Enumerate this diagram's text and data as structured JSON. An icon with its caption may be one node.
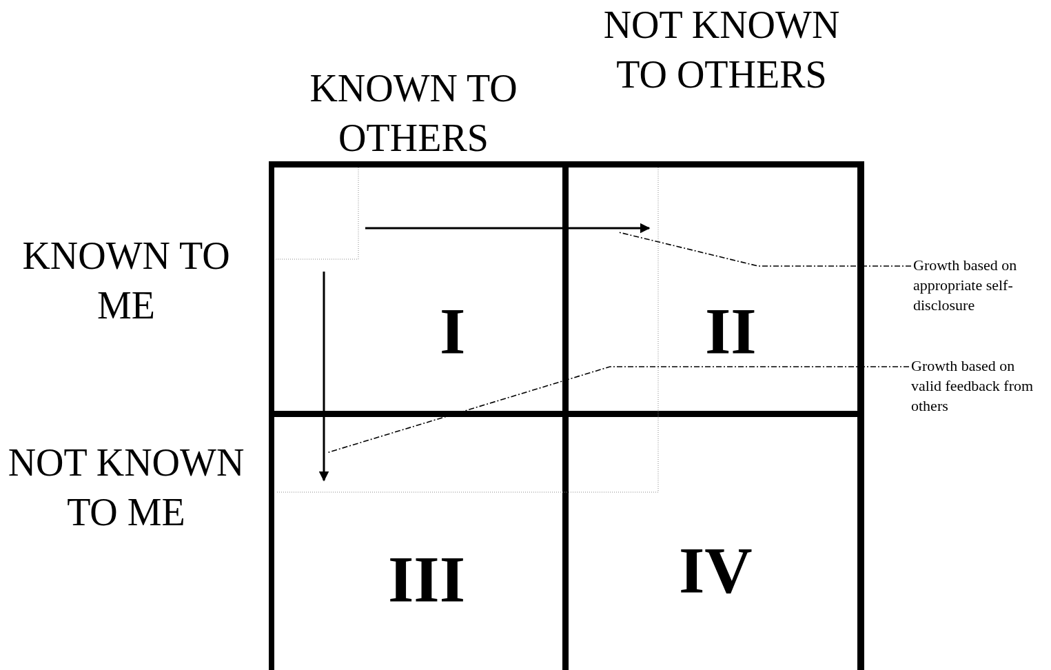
{
  "diagram": {
    "nodes": [
      {
        "text": [
          "I"
        ]
      },
      {
        "text": [
          "II"
        ]
      },
      {
        "text": [
          "III"
        ]
      },
      {
        "text": [
          "IV"
        ]
      },
      {
        "text": [],
        "shape": "arrow"
      },
      {
        "text": [],
        "shape": "arrow"
      },
      {
        "text": [
          "Growth based on appropriate self-disclosure"
        ]
      },
      {
        "text": [
          "Growth based on valid feedback from others"
        ]
      }
    ],
    "edges": [
      {
        "from": 6,
        "to": 4,
        "arrow": "none",
        "style": "dashed"
      },
      {
        "from": 7,
        "to": 5,
        "arrow": "none",
        "style": "dashed"
      }
    ],
    "labels": [
      "NOT KNOWN TO OTHERS",
      "KNOWN TO OTHERS",
      "KNOWN TO ME",
      "NOT KNOWN TO ME"
    ]
  }
}
